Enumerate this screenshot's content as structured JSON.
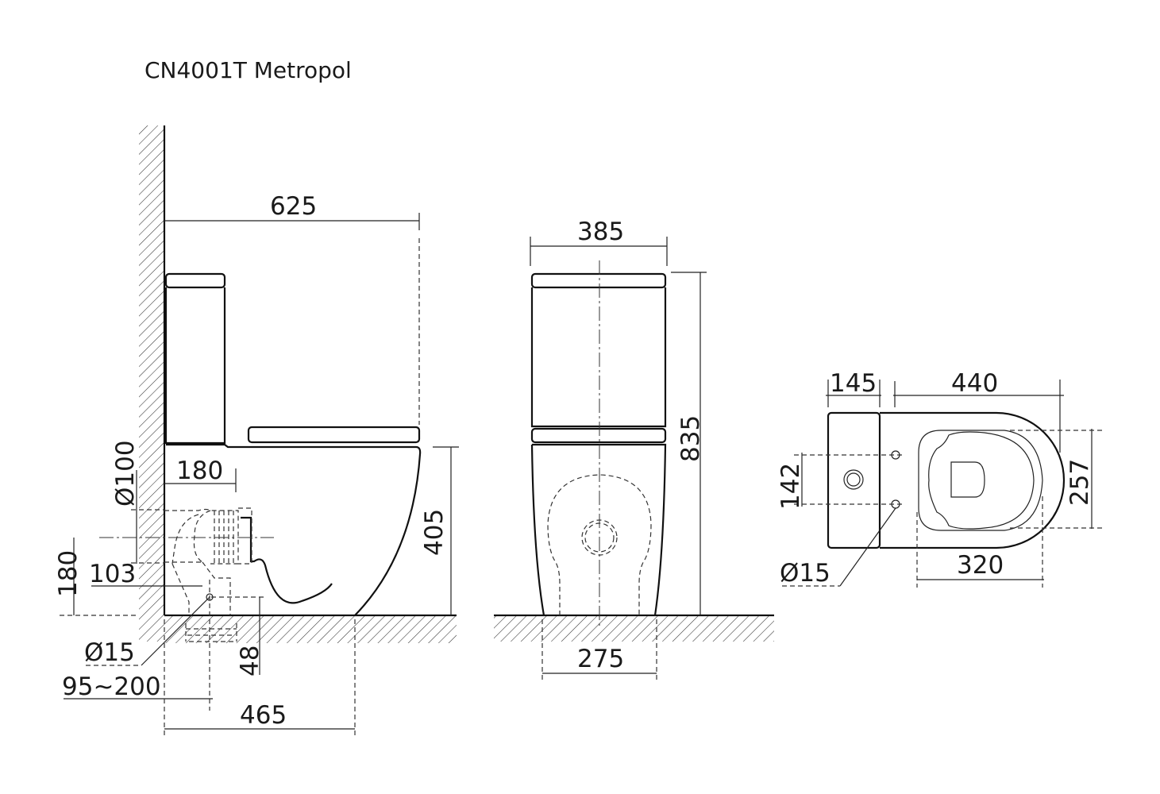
{
  "title": "CN4001T  Metropol",
  "side_view": {
    "dims": {
      "overall_depth": "625",
      "pipe_diameter": "Ø100",
      "outlet_offset": "180",
      "outlet_height": "180",
      "inlet_height": "103",
      "inlet_diameter": "Ø15",
      "wall_to_outlet": "95~200",
      "bowl_depth": "465",
      "inlet_floor": "48",
      "bowl_height": "405"
    }
  },
  "front_view": {
    "dims": {
      "width": "385",
      "height": "835",
      "base_width": "275"
    }
  },
  "top_view": {
    "dims": {
      "tank_depth": "145",
      "bowl_length": "440",
      "fixing_spacing": "142",
      "fixing_diameter": "Ø15",
      "seat_width": "257",
      "seat_length": "320"
    }
  },
  "colors": {
    "line": "#111111",
    "background": "#ffffff"
  }
}
